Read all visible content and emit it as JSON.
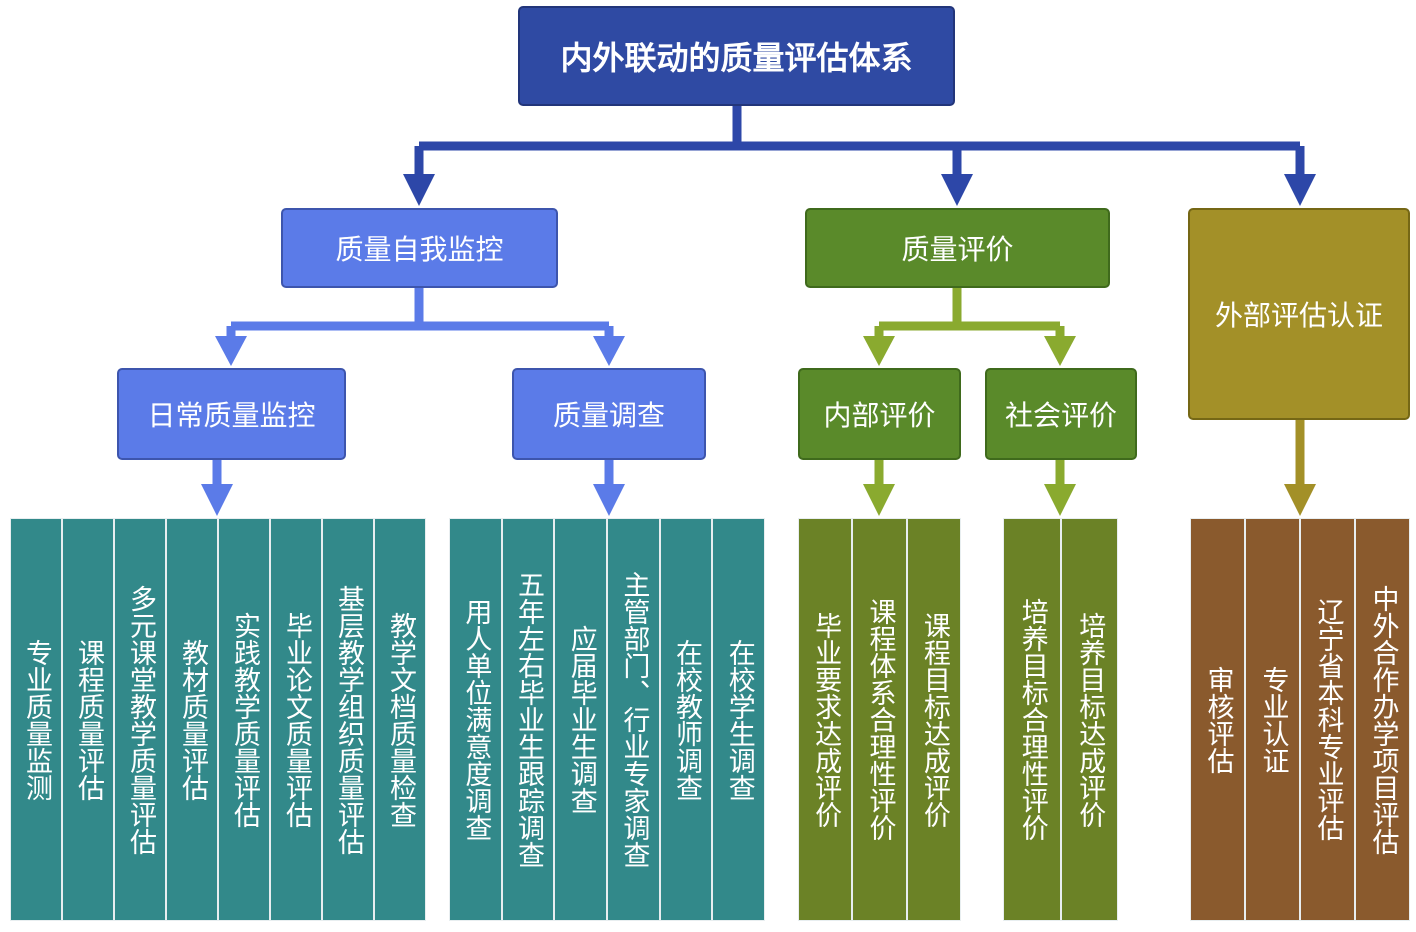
{
  "root": {
    "label": "内外联动的质量评估体系"
  },
  "branches": {
    "quality_self_monitoring": {
      "label": "质量自我监控",
      "daily_monitoring": {
        "label": "日常质量监控",
        "items": [
          "专业质量监测",
          "课程质量评估",
          "多元课堂教学质量评估",
          "教材质量评估",
          "实践教学质量评估",
          "毕业论文质量评估",
          "基层教学组织质量评估",
          "教学文档质量检查"
        ]
      },
      "quality_survey": {
        "label": "质量调查",
        "items": [
          "用人单位满意度调查",
          "五年左右毕业生跟踪调查",
          "应届毕业生调查",
          "主管部门、行业专家调查",
          "在校教师调查",
          "在校学生调查"
        ]
      }
    },
    "quality_evaluation": {
      "label": "质量评价",
      "internal_evaluation": {
        "label": "内部评价",
        "items": [
          "毕业要求达成评价",
          "课程体系合理性评价",
          "课程目标达成评价"
        ]
      },
      "social_evaluation": {
        "label": "社会评价",
        "items": [
          "培养目标合理性评价",
          "培养目标达成评价"
        ]
      }
    },
    "external_certification": {
      "label": "外部评估认证",
      "items": [
        "审核评估",
        "专业认证",
        "辽宁省本科专业评估",
        "中外合作办学项目评估"
      ]
    }
  },
  "colors": {
    "root": "#2f4aa3",
    "blue_node": "#5b7be8",
    "green_node": "#5a8a2a",
    "olive_node": "#a39028",
    "teal_leaf": "#32898a",
    "green_leaf": "#6b8226",
    "brown_leaf": "#8a5a2d",
    "connector_dark": "#2d47a8",
    "connector_blue": "#5b7be8",
    "connector_green": "#8aaa2f",
    "connector_olive": "#a39028"
  }
}
